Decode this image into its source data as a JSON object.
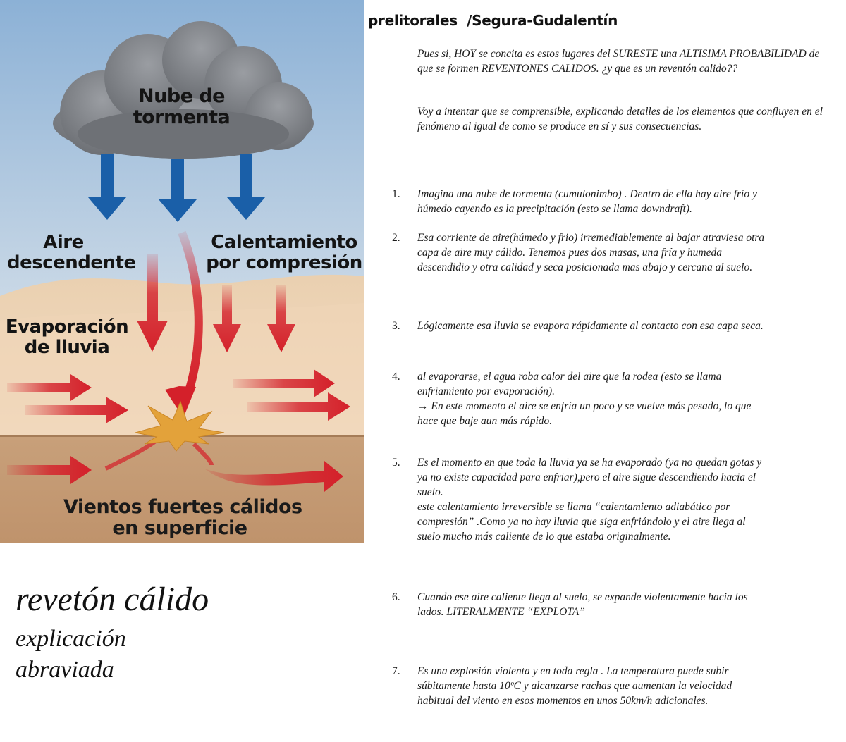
{
  "diagram": {
    "cloud_label": [
      "Nube de",
      "tormenta"
    ],
    "descending_air_label": [
      "Aire",
      "descendente"
    ],
    "compression_label": [
      "Calentamiento",
      "por compresión"
    ],
    "evaporation_label": [
      "Evaporación",
      "de lluvia"
    ],
    "surface_winds_label": [
      "Vientos fuertes cálidos",
      "en superficie"
    ],
    "colors": {
      "sky_top": "#8fb3d6",
      "sky_bottom": "#d8e3ec",
      "sand": "#e9c9a6",
      "ground": "#c49a74",
      "cloud": "#7a7d82",
      "blue_arrow": "#1a5fa8",
      "red_arrow": "#d4202a",
      "burst": "#e3a23a"
    },
    "icons": [
      "storm-cloud-icon",
      "down-arrow-icon",
      "burst-icon",
      "right-arrow-icon"
    ]
  },
  "header": "prelitorales  /Segura-Gudalentín",
  "intro": [
    "Pues si, HOY se concita es estos lugares del SURESTE una ALTISIMA PROBABILIDAD de que se formen REVENTONES CALIDOS. ¿y que es un reventón calido??",
    "Voy a intentar que se comprensible, explicando detalles de los elementos que confluyen en el fenómeno al igual de como se produce en sí y sus consecuencias."
  ],
  "items": [
    {
      "num": "1.",
      "text": "Imagina una nube de tormenta (cumulonimbo) . Dentro de ella hay aire frío y\nhúmedo cayendo es la precipitación (esto se llama downdraft)."
    },
    {
      "num": "2.",
      "text": "Esa corriente de aire(húmedo y frio) irremediablemente al bajar atraviesa otra\ncapa de aire muy cálido. Tenemos pues dos masas, una fría y humeda\ndescendidio y otra calidad y seca  posicionada mas abajo y cercana al suelo."
    },
    {
      "num": "3.",
      "text": "Lógicamente esa lluvia se evapora rápidamente al contacto con esa capa seca."
    },
    {
      "num": "4.",
      "text": "al evaporarse, el agua roba calor del aire que la rodea (esto se llama\nenfriamiento por evaporación).\n→ En este momento el aire se enfría un poco y se vuelve más pesado, lo que\nhace que baje aun más rápido."
    },
    {
      "num": "5.",
      "text": "Es el momento en que toda la lluvia  ya se ha evaporado (ya no quedan gotas y\nya no existe capacidad para enfriar),pero  el aire sigue descendiendo hacia el\nsuelo.\neste calentamiento irreversible se llama “calentamiento adiabático por\ncompresión” .Como ya no hay lluvia que siga enfriándolo y el aire llega al\nsuelo mucho más caliente de lo que estaba originalmente."
    },
    {
      "num": "6.",
      "text": "Cuando  ese aire caliente llega al suelo, se expande violentamente hacia los\nlados. LITERALMENTE “EXPLOTA”"
    },
    {
      "num": "7.",
      "text": "Es una explosión violenta y en toda regla . La temperatura puede subir\nsúbitamente hasta 10ºC y alcanzarse rachas que aumentan la velocidad\nhabitual del viento en esos momentos en unos 50km/h adicionales."
    }
  ],
  "title": {
    "main": "revetón cálido",
    "sub": [
      "explicación",
      "abraviada"
    ]
  }
}
